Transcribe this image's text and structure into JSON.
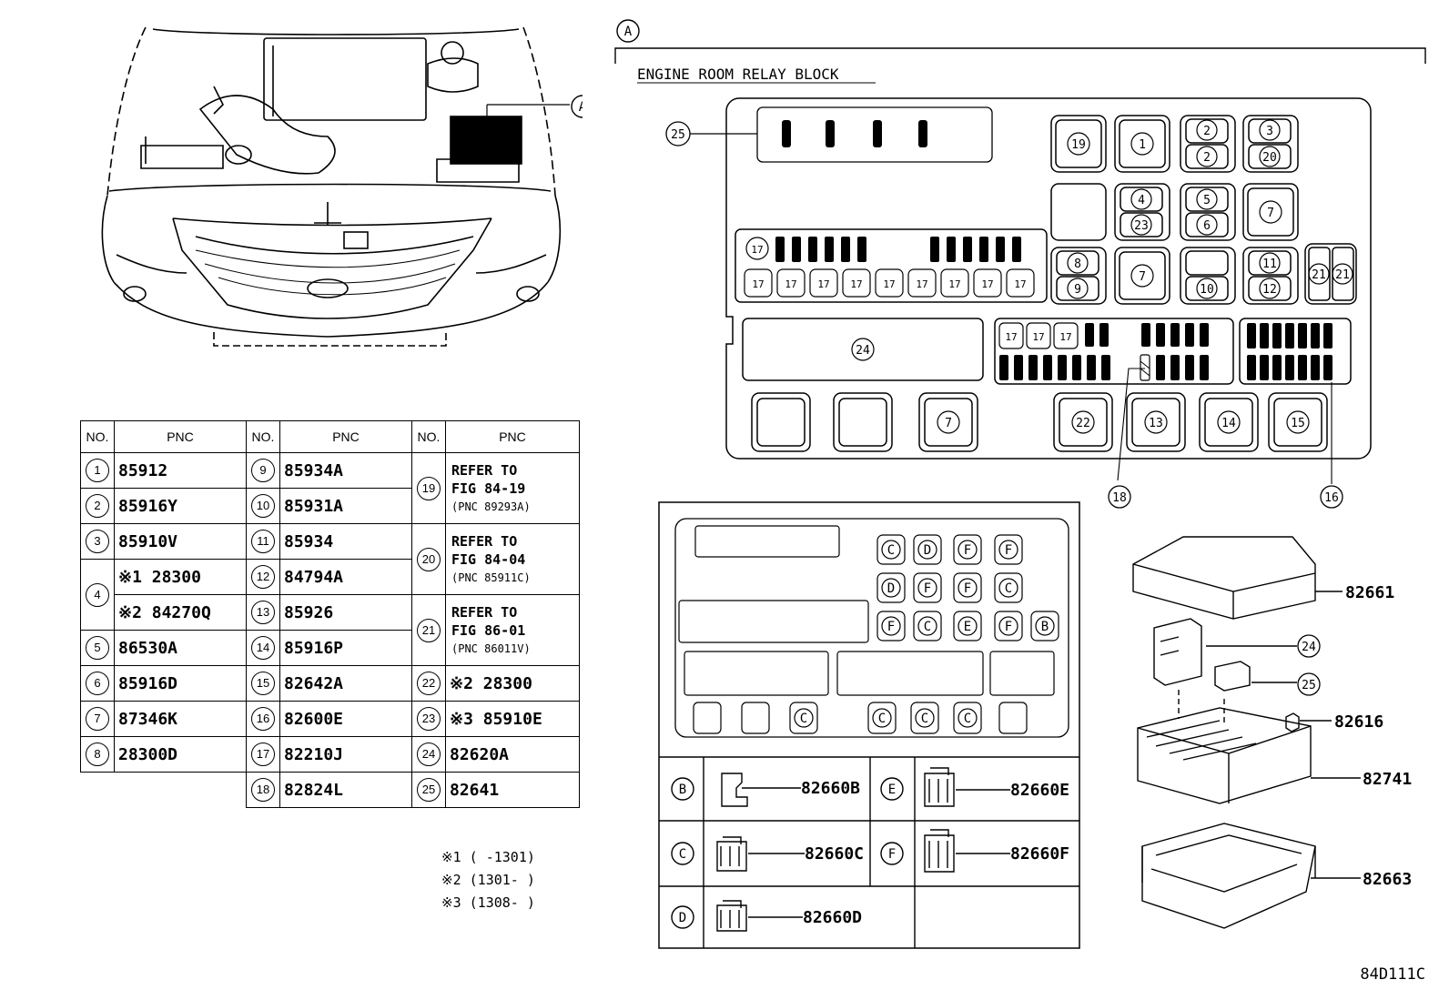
{
  "callout_a": "A",
  "block_title": "ENGINE ROOM RELAY BLOCK",
  "figure_code": "84D111C",
  "table_headers": {
    "no": "NO.",
    "pnc": "PNC"
  },
  "parts": {
    "p1": {
      "no": "1",
      "pnc": "85912"
    },
    "p2": {
      "no": "2",
      "pnc": "85916Y"
    },
    "p3": {
      "no": "3",
      "pnc": "85910V"
    },
    "p4": {
      "no": "4",
      "pnc_a": "※1 28300",
      "pnc_b": "※2 84270Q"
    },
    "p5": {
      "no": "5",
      "pnc": "86530A"
    },
    "p6": {
      "no": "6",
      "pnc": "85916D"
    },
    "p7": {
      "no": "7",
      "pnc": "87346K"
    },
    "p8": {
      "no": "8",
      "pnc": "28300D"
    },
    "p9": {
      "no": "9",
      "pnc": "85934A"
    },
    "p10": {
      "no": "10",
      "pnc": "85931A"
    },
    "p11": {
      "no": "11",
      "pnc": "85934"
    },
    "p12": {
      "no": "12",
      "pnc": "84794A"
    },
    "p13": {
      "no": "13",
      "pnc": "85926"
    },
    "p14": {
      "no": "14",
      "pnc": "85916P"
    },
    "p15": {
      "no": "15",
      "pnc": "82642A"
    },
    "p16": {
      "no": "16",
      "pnc": "82600E"
    },
    "p17": {
      "no": "17",
      "pnc": "82210J"
    },
    "p18": {
      "no": "18",
      "pnc": "82824L"
    },
    "p19": {
      "no": "19",
      "line1": "REFER TO",
      "line2": "FIG 84-19",
      "line3": "(PNC 89293A)"
    },
    "p20": {
      "no": "20",
      "line1": "REFER TO",
      "line2": "FIG 84-04",
      "line3": "(PNC 85911C)"
    },
    "p21": {
      "no": "21",
      "line1": "REFER TO",
      "line2": "FIG 86-01",
      "line3": "(PNC 86011V)"
    },
    "p22": {
      "no": "22",
      "pnc": "※2 28300"
    },
    "p23": {
      "no": "23",
      "pnc": "※3 85910E"
    },
    "p24": {
      "no": "24",
      "pnc": "82620A"
    },
    "p25": {
      "no": "25",
      "pnc": "82641"
    }
  },
  "notes": [
    "※1 (     -1301)",
    "※2 (1301-     )",
    "※3 (1308-     )"
  ],
  "connector_types": [
    {
      "letter": "B",
      "pnc": "82660B"
    },
    {
      "letter": "E",
      "pnc": "82660E"
    },
    {
      "letter": "C",
      "pnc": "82660C"
    },
    {
      "letter": "F",
      "pnc": "82660F"
    },
    {
      "letter": "D",
      "pnc": "82660D"
    }
  ],
  "exploded_parts": [
    "82661",
    "24",
    "25",
    "82616",
    "82741",
    "82663"
  ],
  "relay_labels": {
    "r19": "19",
    "r1": "1",
    "r2a": "2",
    "r2b": "2",
    "r3": "3",
    "r20": "20",
    "r4": "4",
    "r23": "23",
    "r5": "5",
    "r6": "6",
    "r7a": "7",
    "r8": "8",
    "r9": "9",
    "r7b": "7",
    "r10": "10",
    "r11": "11",
    "r12": "12",
    "r21a": "21",
    "r21b": "21",
    "r24": "24",
    "r7c": "7",
    "r22": "22",
    "r13": "13",
    "r14": "14",
    "r15": "15",
    "r18": "18",
    "r16": "16",
    "r25": "25",
    "r17": "17"
  },
  "connector_grid": {
    "row1": [
      "C",
      "D",
      "F",
      "F"
    ],
    "row2": [
      "D",
      "F",
      "F",
      "C"
    ],
    "row3": [
      "F",
      "C",
      "E",
      "F",
      "B"
    ],
    "row4": [
      "C",
      "C",
      "C",
      "C"
    ]
  }
}
